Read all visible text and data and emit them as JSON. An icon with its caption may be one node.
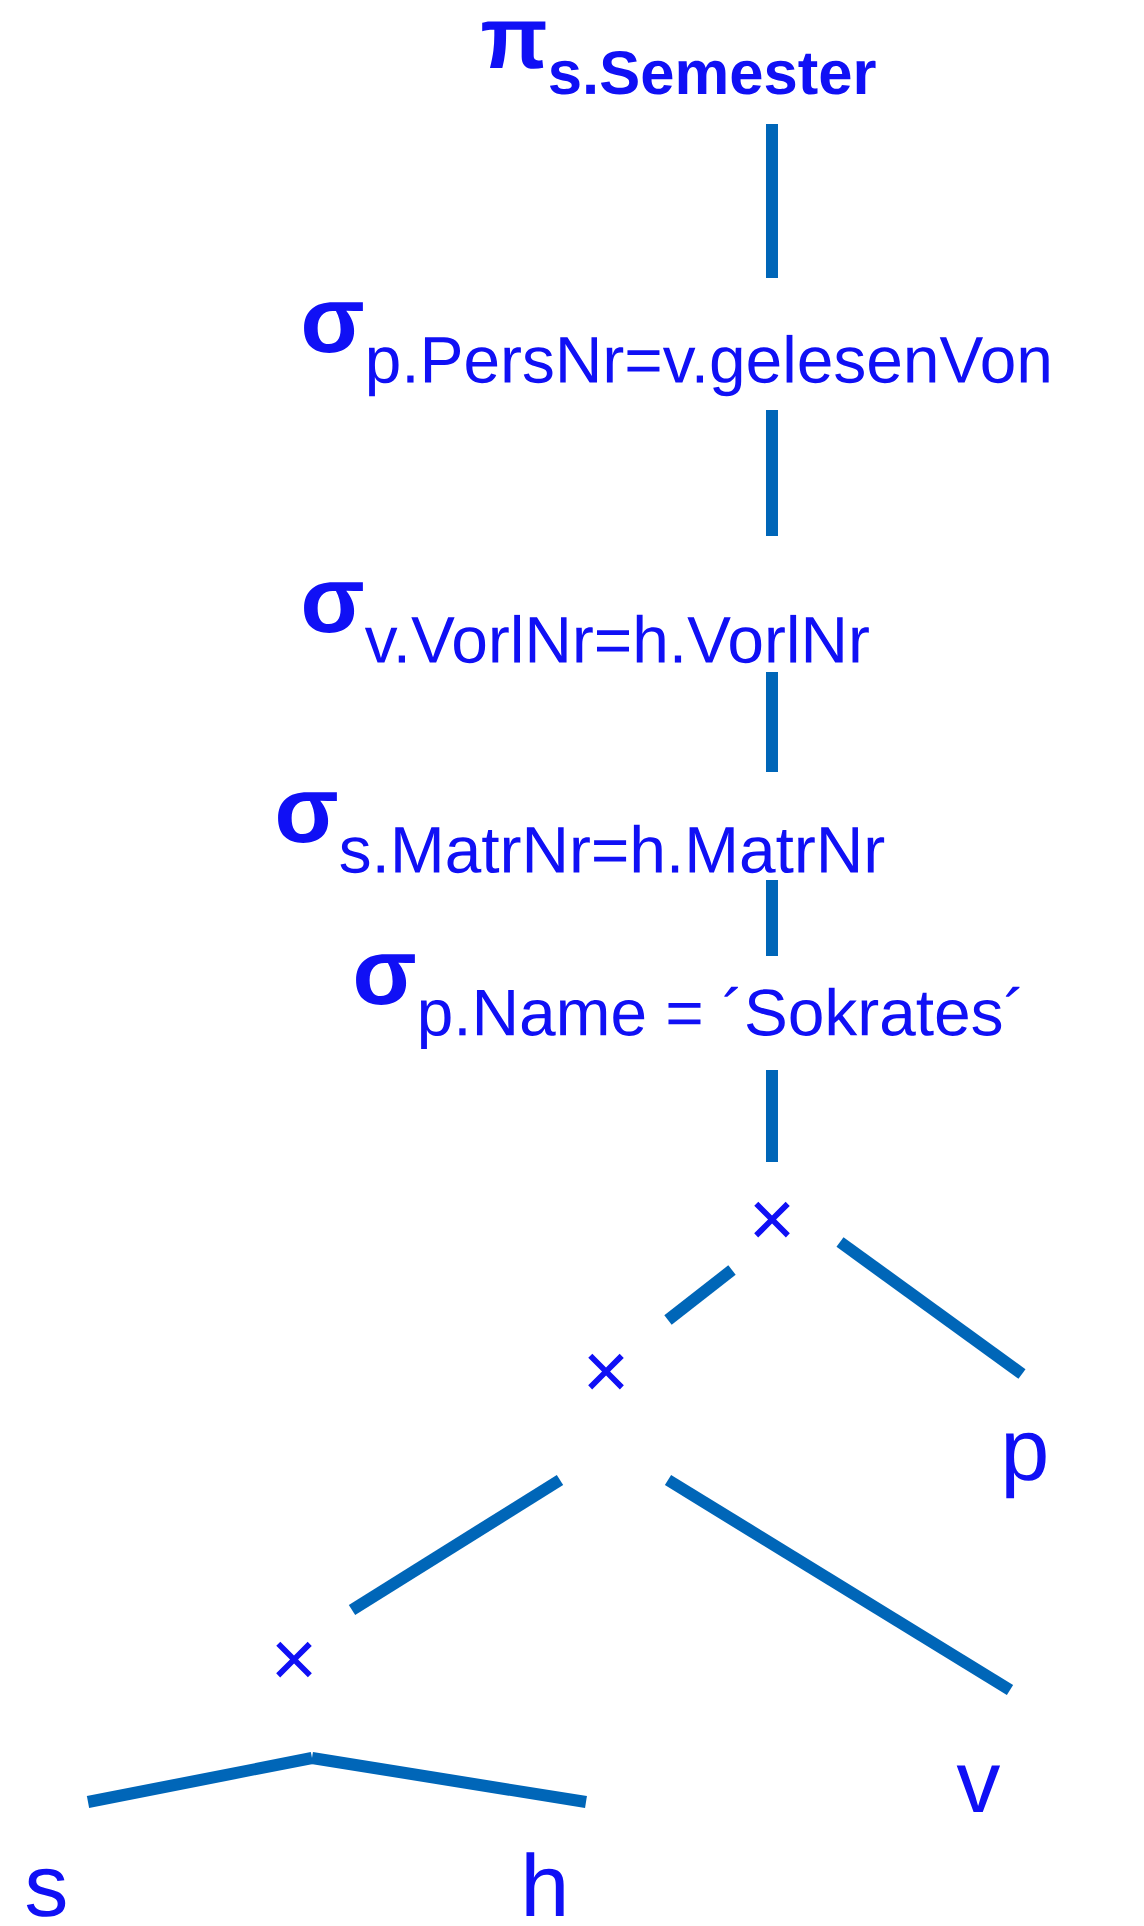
{
  "diagram": {
    "nodes": [
      {
        "text": [
          "\\textbf{π}_{\\textbf{s.Semester}}"
        ]
      },
      {
        "text": [
          "\\textbf{σ}_{\\text{p.PersNr=v.gelesenVon}}"
        ]
      },
      {
        "text": [
          "\\textbf{σ}_{\\text{v.VorlNr=h.VorlNr}}"
        ]
      },
      {
        "text": [
          "\\textbf{σ}_{\\text{s.MatrNr=h.MatrNr}}"
        ]
      },
      {
        "text": [
          "\\textbf{σ}_{\\text{p.Name = ´Sokrates´}}"
        ]
      },
      {
        "text": [
          "×"
        ]
      },
      {
        "text": [
          "×"
        ]
      },
      {
        "text": [
          "p"
        ]
      },
      {
        "text": [
          "×"
        ]
      },
      {
        "text": [
          "v"
        ]
      },
      {
        "text": [
          "s"
        ]
      },
      {
        "text": [
          "h"
        ]
      }
    ],
    "edges": [
      {
        "from": 0,
        "to": 1,
        "arrow": "none"
      },
      {
        "from": 1,
        "to": 2,
        "arrow": "none"
      },
      {
        "from": 2,
        "to": 3,
        "arrow": "none"
      },
      {
        "from": 3,
        "to": 4,
        "arrow": "none"
      },
      {
        "from": 4,
        "to": 5,
        "arrow": "none"
      },
      {
        "from": 5,
        "to": 6,
        "arrow": "none"
      },
      {
        "from": 5,
        "to": 7,
        "arrow": "none"
      },
      {
        "from": 6,
        "to": 8,
        "arrow": "none"
      },
      {
        "from": 6,
        "to": 9,
        "arrow": "none"
      },
      {
        "from": 8,
        "to": 10,
        "arrow": "none"
      },
      {
        "from": 8,
        "to": 11,
        "arrow": "none"
      }
    ]
  }
}
